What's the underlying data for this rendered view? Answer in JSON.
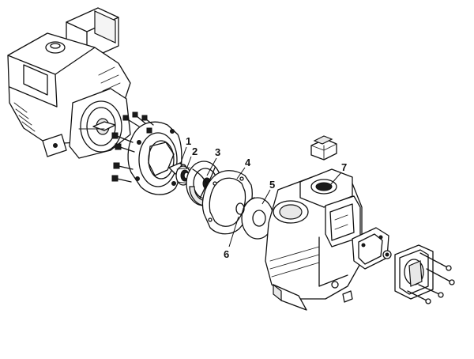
{
  "callouts": [
    {
      "number": "1",
      "part": "part-1"
    },
    {
      "number": "2",
      "part": "part-2"
    },
    {
      "number": "3",
      "part": "part-3"
    },
    {
      "number": "4",
      "part": "part-4"
    },
    {
      "number": "5",
      "part": "part-5"
    },
    {
      "number": "6",
      "part": "part-6"
    },
    {
      "number": "7",
      "part": "part-7"
    }
  ]
}
